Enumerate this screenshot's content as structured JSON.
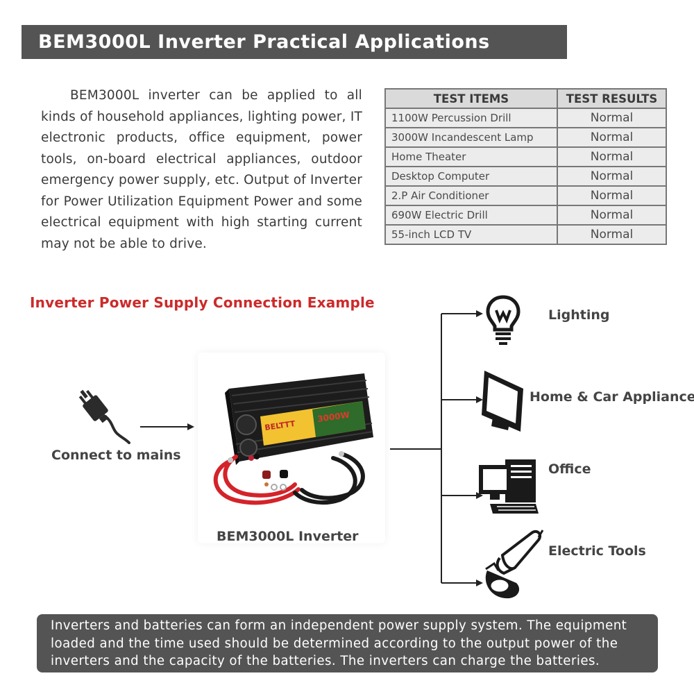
{
  "page": {
    "title": "BEM3000L Inverter Practical Applications",
    "intro": "BEM3000L inverter can be applied to all kinds of household appliances, lighting power, IT electronic products, office equipment, power tools, on-board electrical appliances, outdoor emergency power supply, etc. Output of Inverter for Power Utilization Equipment Power and some electrical equipment with high starting current may not be able to drive."
  },
  "test_table": {
    "headers": [
      "TEST ITEMS",
      "TEST RESULTS"
    ],
    "rows": [
      {
        "item": "1100W Percussion Drill",
        "result": "Normal"
      },
      {
        "item": "3000W Incandescent Lamp",
        "result": "Normal"
      },
      {
        "item": "Home Theater",
        "result": "Normal"
      },
      {
        "item": "Desktop Computer",
        "result": "Normal"
      },
      {
        "item": "2.P Air Conditioner",
        "result": "Normal"
      },
      {
        "item": "690W Electric Drill",
        "result": "Normal"
      },
      {
        "item": "55-inch LCD TV",
        "result": "Normal"
      }
    ]
  },
  "diagram": {
    "heading": "Inverter Power Supply Connection Example",
    "source_label": "Connect to mains",
    "inverter_label": "BEM3000L Inverter",
    "inverter_brand": "BELTTT",
    "inverter_rating": "3000W",
    "outputs": [
      {
        "label": "Lighting",
        "icon": "light-bulb-icon"
      },
      {
        "label": "Home & Car Appliances",
        "icon": "monitor-icon"
      },
      {
        "label": "Office",
        "icon": "desktop-computer-icon"
      },
      {
        "label": "Electric Tools",
        "icon": "angle-grinder-icon"
      }
    ]
  },
  "footer": {
    "note": "Inverters and batteries can form an independent power supply system. The equipment loaded and the time used should be determined according to the output power of the inverters and the capacity of the batteries. The inverters can charge the batteries."
  },
  "colors": {
    "title_bar": "#545454",
    "heading_red": "#cc2a2a",
    "table_header": "#dadada",
    "table_cell": "#ececec",
    "inverter_accent": "#f2c230"
  }
}
